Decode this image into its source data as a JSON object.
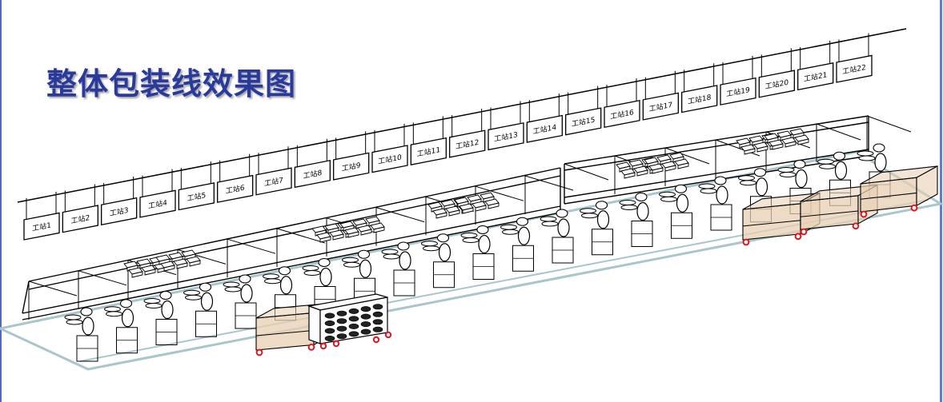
{
  "title": "整体包装线效果图",
  "stations": [
    "工站1",
    "工站2",
    "工站3",
    "工站4",
    "工站5",
    "工站6",
    "工站7",
    "工站8",
    "工站9",
    "工站10",
    "工站11",
    "工站12",
    "工站13",
    "工站14",
    "工站15",
    "工站16",
    "工站17",
    "工站18",
    "工站19",
    "工站20",
    "工站21",
    "工站22"
  ],
  "colors": {
    "title": "#2a3a9c",
    "line": "#000000",
    "floor": "#a9c6cc",
    "cart_fill": "#e7cfb3",
    "wheel": "#e0161d",
    "edge": "#4a6fb8"
  }
}
